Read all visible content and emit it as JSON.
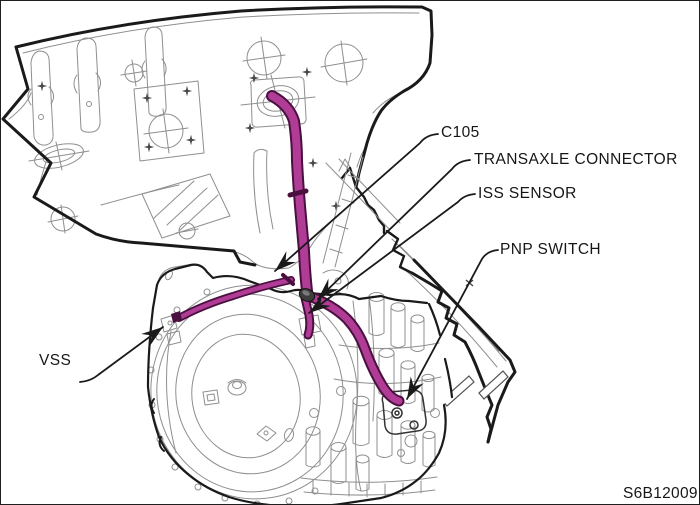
{
  "figure": {
    "code": "S6B12009",
    "colors": {
      "harness": "#b03c96",
      "harness_outline": "#4a1040",
      "line": "#1a1a1a",
      "detail": "#8f8f8f"
    }
  },
  "labels": {
    "c105": "C105",
    "transaxle_connector": "TRANSAXLE CONNECTOR",
    "iss_sensor": "ISS SENSOR",
    "pnp_switch": "PNP SWITCH",
    "vss": "VSS"
  }
}
